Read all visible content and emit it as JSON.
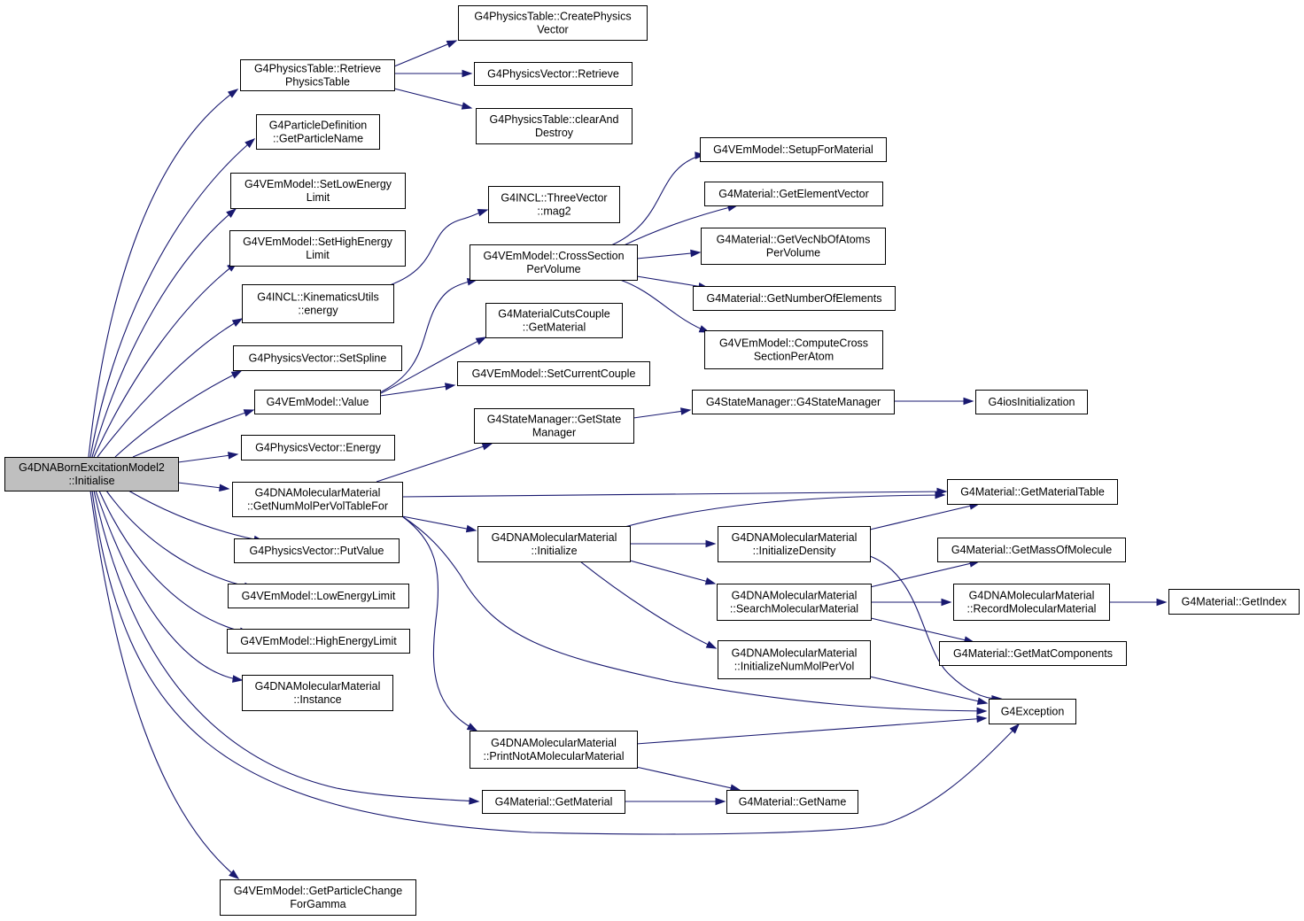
{
  "colors": {
    "edge": "#191970",
    "node_border": "#000000",
    "node_fill": "#ffffff",
    "root_fill": "#bfbfbf"
  },
  "root": {
    "id": "init",
    "lines": [
      "G4DNABornExcitationModel2",
      "::Initialise"
    ]
  },
  "nodes": [
    {
      "id": "retrieve_pt",
      "lines": [
        "G4PhysicsTable::Retrieve",
        "PhysicsTable"
      ]
    },
    {
      "id": "get_pname",
      "lines": [
        "G4ParticleDefinition",
        "::GetParticleName"
      ]
    },
    {
      "id": "set_low",
      "lines": [
        "G4VEmModel::SetLowEnergy",
        "Limit"
      ]
    },
    {
      "id": "set_high",
      "lines": [
        "G4VEmModel::SetHighEnergy",
        "Limit"
      ]
    },
    {
      "id": "kin_energy",
      "lines": [
        "G4INCL::KinematicsUtils",
        "::energy"
      ]
    },
    {
      "id": "set_spline",
      "lines": [
        "G4PhysicsVector::SetSpline"
      ]
    },
    {
      "id": "value",
      "lines": [
        "G4VEmModel::Value"
      ]
    },
    {
      "id": "pv_energy",
      "lines": [
        "G4PhysicsVector::Energy"
      ]
    },
    {
      "id": "get_nummol",
      "lines": [
        "G4DNAMolecularMaterial",
        "::GetNumMolPerVolTableFor"
      ]
    },
    {
      "id": "put_value",
      "lines": [
        "G4PhysicsVector::PutValue"
      ]
    },
    {
      "id": "low_limit",
      "lines": [
        "G4VEmModel::LowEnergyLimit"
      ]
    },
    {
      "id": "high_limit",
      "lines": [
        "G4VEmModel::HighEnergyLimit"
      ]
    },
    {
      "id": "instance",
      "lines": [
        "G4DNAMolecularMaterial",
        "::Instance"
      ]
    },
    {
      "id": "get_pchange",
      "lines": [
        "G4VEmModel::GetParticleChange",
        "ForGamma"
      ]
    },
    {
      "id": "create_pv",
      "lines": [
        "G4PhysicsTable::CreatePhysics",
        "Vector"
      ]
    },
    {
      "id": "pv_retrieve",
      "lines": [
        "G4PhysicsVector::Retrieve"
      ]
    },
    {
      "id": "clear_destroy",
      "lines": [
        "G4PhysicsTable::clearAnd",
        "Destroy"
      ]
    },
    {
      "id": "mag2",
      "lines": [
        "G4INCL::ThreeVector",
        "::mag2"
      ]
    },
    {
      "id": "cross_section",
      "lines": [
        "G4VEmModel::CrossSection",
        "PerVolume"
      ]
    },
    {
      "id": "mcc_getmat",
      "lines": [
        "G4MaterialCutsCouple",
        "::GetMaterial"
      ]
    },
    {
      "id": "set_couple",
      "lines": [
        "G4VEmModel::SetCurrentCouple"
      ]
    },
    {
      "id": "sm_getstate",
      "lines": [
        "G4StateManager::GetState",
        "Manager"
      ]
    },
    {
      "id": "dna_init",
      "lines": [
        "G4DNAMolecularMaterial",
        "::Initialize"
      ]
    },
    {
      "id": "print_not",
      "lines": [
        "G4DNAMolecularMaterial",
        "::PrintNotAMolecularMaterial"
      ]
    },
    {
      "id": "mat_getmaterial",
      "lines": [
        "G4Material::GetMaterial"
      ]
    },
    {
      "id": "setup_mat",
      "lines": [
        "G4VEmModel::SetupForMaterial"
      ]
    },
    {
      "id": "elem_vec",
      "lines": [
        "G4Material::GetElementVector"
      ]
    },
    {
      "id": "vec_nb_atoms",
      "lines": [
        "G4Material::GetVecNbOfAtoms",
        "PerVolume"
      ]
    },
    {
      "id": "num_elem",
      "lines": [
        "G4Material::GetNumberOfElements"
      ]
    },
    {
      "id": "compute_cross",
      "lines": [
        "G4VEmModel::ComputeCross",
        "SectionPerAtom"
      ]
    },
    {
      "id": "sm_ctor",
      "lines": [
        "G4StateManager::G4StateManager"
      ]
    },
    {
      "id": "init_density",
      "lines": [
        "G4DNAMolecularMaterial",
        "::InitializeDensity"
      ]
    },
    {
      "id": "search_mol",
      "lines": [
        "G4DNAMolecularMaterial",
        "::SearchMolecularMaterial"
      ]
    },
    {
      "id": "init_nummol",
      "lines": [
        "G4DNAMolecularMaterial",
        "::InitializeNumMolPerVol"
      ]
    },
    {
      "id": "get_name",
      "lines": [
        "G4Material::GetName"
      ]
    },
    {
      "id": "ios_init",
      "lines": [
        "G4iosInitialization"
      ]
    },
    {
      "id": "mat_table",
      "lines": [
        "G4Material::GetMaterialTable"
      ]
    },
    {
      "id": "mass_mol",
      "lines": [
        "G4Material::GetMassOfMolecule"
      ]
    },
    {
      "id": "record_mol",
      "lines": [
        "G4DNAMolecularMaterial",
        "::RecordMolecularMaterial"
      ]
    },
    {
      "id": "mat_comp",
      "lines": [
        "G4Material::GetMatComponents"
      ]
    },
    {
      "id": "exception",
      "lines": [
        "G4Exception"
      ]
    },
    {
      "id": "get_index",
      "lines": [
        "G4Material::GetIndex"
      ]
    }
  ],
  "edges": [
    [
      "init",
      "retrieve_pt"
    ],
    [
      "init",
      "get_pname"
    ],
    [
      "init",
      "set_low"
    ],
    [
      "init",
      "set_high"
    ],
    [
      "init",
      "kin_energy"
    ],
    [
      "init",
      "set_spline"
    ],
    [
      "init",
      "value"
    ],
    [
      "init",
      "pv_energy"
    ],
    [
      "init",
      "get_nummol"
    ],
    [
      "init",
      "put_value"
    ],
    [
      "init",
      "low_limit"
    ],
    [
      "init",
      "high_limit"
    ],
    [
      "init",
      "instance"
    ],
    [
      "init",
      "mat_getmaterial"
    ],
    [
      "init",
      "exception"
    ],
    [
      "init",
      "get_pchange"
    ],
    [
      "retrieve_pt",
      "create_pv"
    ],
    [
      "retrieve_pt",
      "pv_retrieve"
    ],
    [
      "retrieve_pt",
      "clear_destroy"
    ],
    [
      "kin_energy",
      "mag2"
    ],
    [
      "value",
      "cross_section"
    ],
    [
      "value",
      "mcc_getmat"
    ],
    [
      "value",
      "set_couple"
    ],
    [
      "cross_section",
      "setup_mat"
    ],
    [
      "cross_section",
      "elem_vec"
    ],
    [
      "cross_section",
      "vec_nb_atoms"
    ],
    [
      "cross_section",
      "num_elem"
    ],
    [
      "cross_section",
      "compute_cross"
    ],
    [
      "get_nummol",
      "sm_getstate"
    ],
    [
      "get_nummol",
      "mat_table"
    ],
    [
      "get_nummol",
      "dna_init"
    ],
    [
      "get_nummol",
      "exception"
    ],
    [
      "get_nummol",
      "print_not"
    ],
    [
      "sm_getstate",
      "sm_ctor"
    ],
    [
      "sm_ctor",
      "ios_init"
    ],
    [
      "dna_init",
      "mat_table"
    ],
    [
      "dna_init",
      "init_density"
    ],
    [
      "dna_init",
      "search_mol"
    ],
    [
      "dna_init",
      "init_nummol"
    ],
    [
      "init_density",
      "mat_table"
    ],
    [
      "init_density",
      "exception"
    ],
    [
      "search_mol",
      "mass_mol"
    ],
    [
      "search_mol",
      "record_mol"
    ],
    [
      "search_mol",
      "mat_comp"
    ],
    [
      "record_mol",
      "get_index"
    ],
    [
      "init_nummol",
      "exception"
    ],
    [
      "print_not",
      "exception"
    ],
    [
      "print_not",
      "get_name"
    ],
    [
      "mat_getmaterial",
      "get_name"
    ]
  ]
}
